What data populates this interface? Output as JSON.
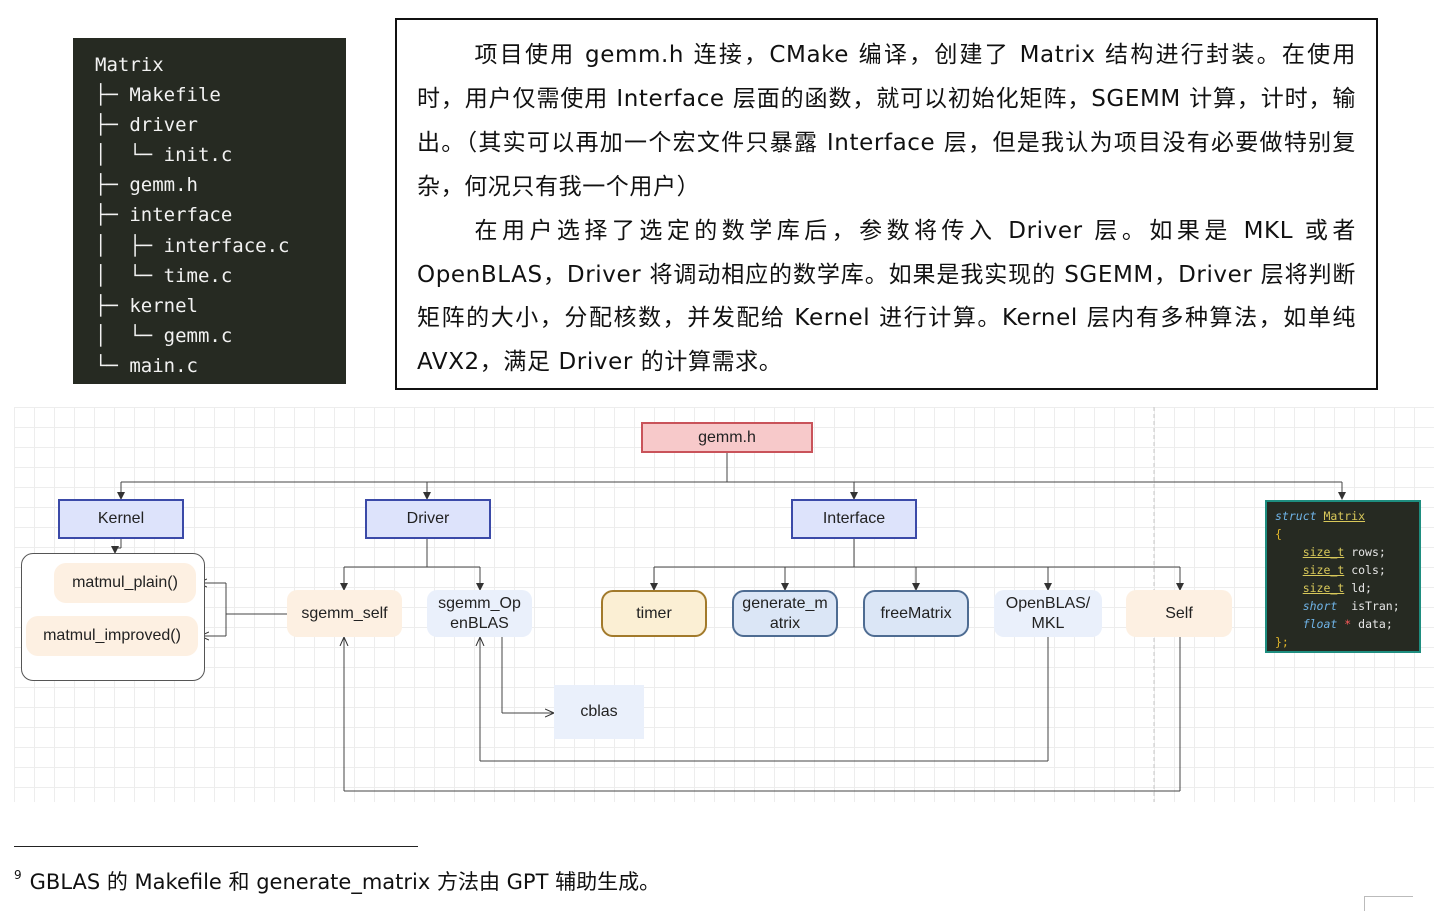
{
  "file_tree": {
    "lines": [
      "Matrix",
      "├─ Makefile",
      "├─ driver",
      "│  └─ init.c",
      "├─ gemm.h",
      "├─ interface",
      "│  ├─ interface.c",
      "│  └─ time.c",
      "├─ kernel",
      "│  └─ gemm.c",
      "└─ main.c"
    ]
  },
  "paragraphs": [
    "项目使用 gemm.h 连接，CMake 编译，创建了 Matrix 结构进行封装。在使用时，用户仅需使用 Interface 层面的函数，就可以初始化矩阵，SGEMM 计算，计时，输出。（其实可以再加一个宏文件只暴露 Interface 层，但是我认为项目没有必要做特别复杂，何况只有我一个用户）",
    "在用户选择了选定的数学库后，参数将传入 Driver 层。如果是 MKL 或者 OpenBLAS，Driver 将调动相应的数学库。如果是我实现的 SGEMM，Driver 层将判断矩阵的大小，分配核数，并发配给 Kernel 进行计算。Kernel 层内有多种算法，如单纯 AVX2，满足 Driver 的计算需求。"
  ],
  "diagram": {
    "root": "gemm.h",
    "layers": {
      "kernel": "Kernel",
      "driver": "Driver",
      "interface": "Interface"
    },
    "kernel_items": [
      "matmul_plain()",
      "matmul_improved()"
    ],
    "driver_items": {
      "sgemm_self": "sgemm_self",
      "sgemm_openblas": "sgemm_Op enBLAS"
    },
    "interface_items": {
      "timer": "timer",
      "generate": "generate_m atrix",
      "free": "freeMatrix",
      "openblas": "OpenBLAS/ MKL",
      "self": "Self"
    },
    "cblas": "cblas",
    "struct_code": {
      "l1_kw": "struct",
      "l1_type": "Matrix",
      "open": "{",
      "fields": [
        {
          "type": "size_t",
          "name": "rows;"
        },
        {
          "type": "size_t",
          "name": "cols;"
        },
        {
          "type": "size_t",
          "name": "ld;"
        },
        {
          "type": "short",
          "name": "isTran;"
        },
        {
          "type": "float",
          "star": "*",
          "name": "data;"
        }
      ],
      "close": "};"
    }
  },
  "footnote": {
    "number": "9",
    "text": "GBLAS 的 Makefile 和 generate_matrix 方法由 GPT 辅助生成。"
  }
}
